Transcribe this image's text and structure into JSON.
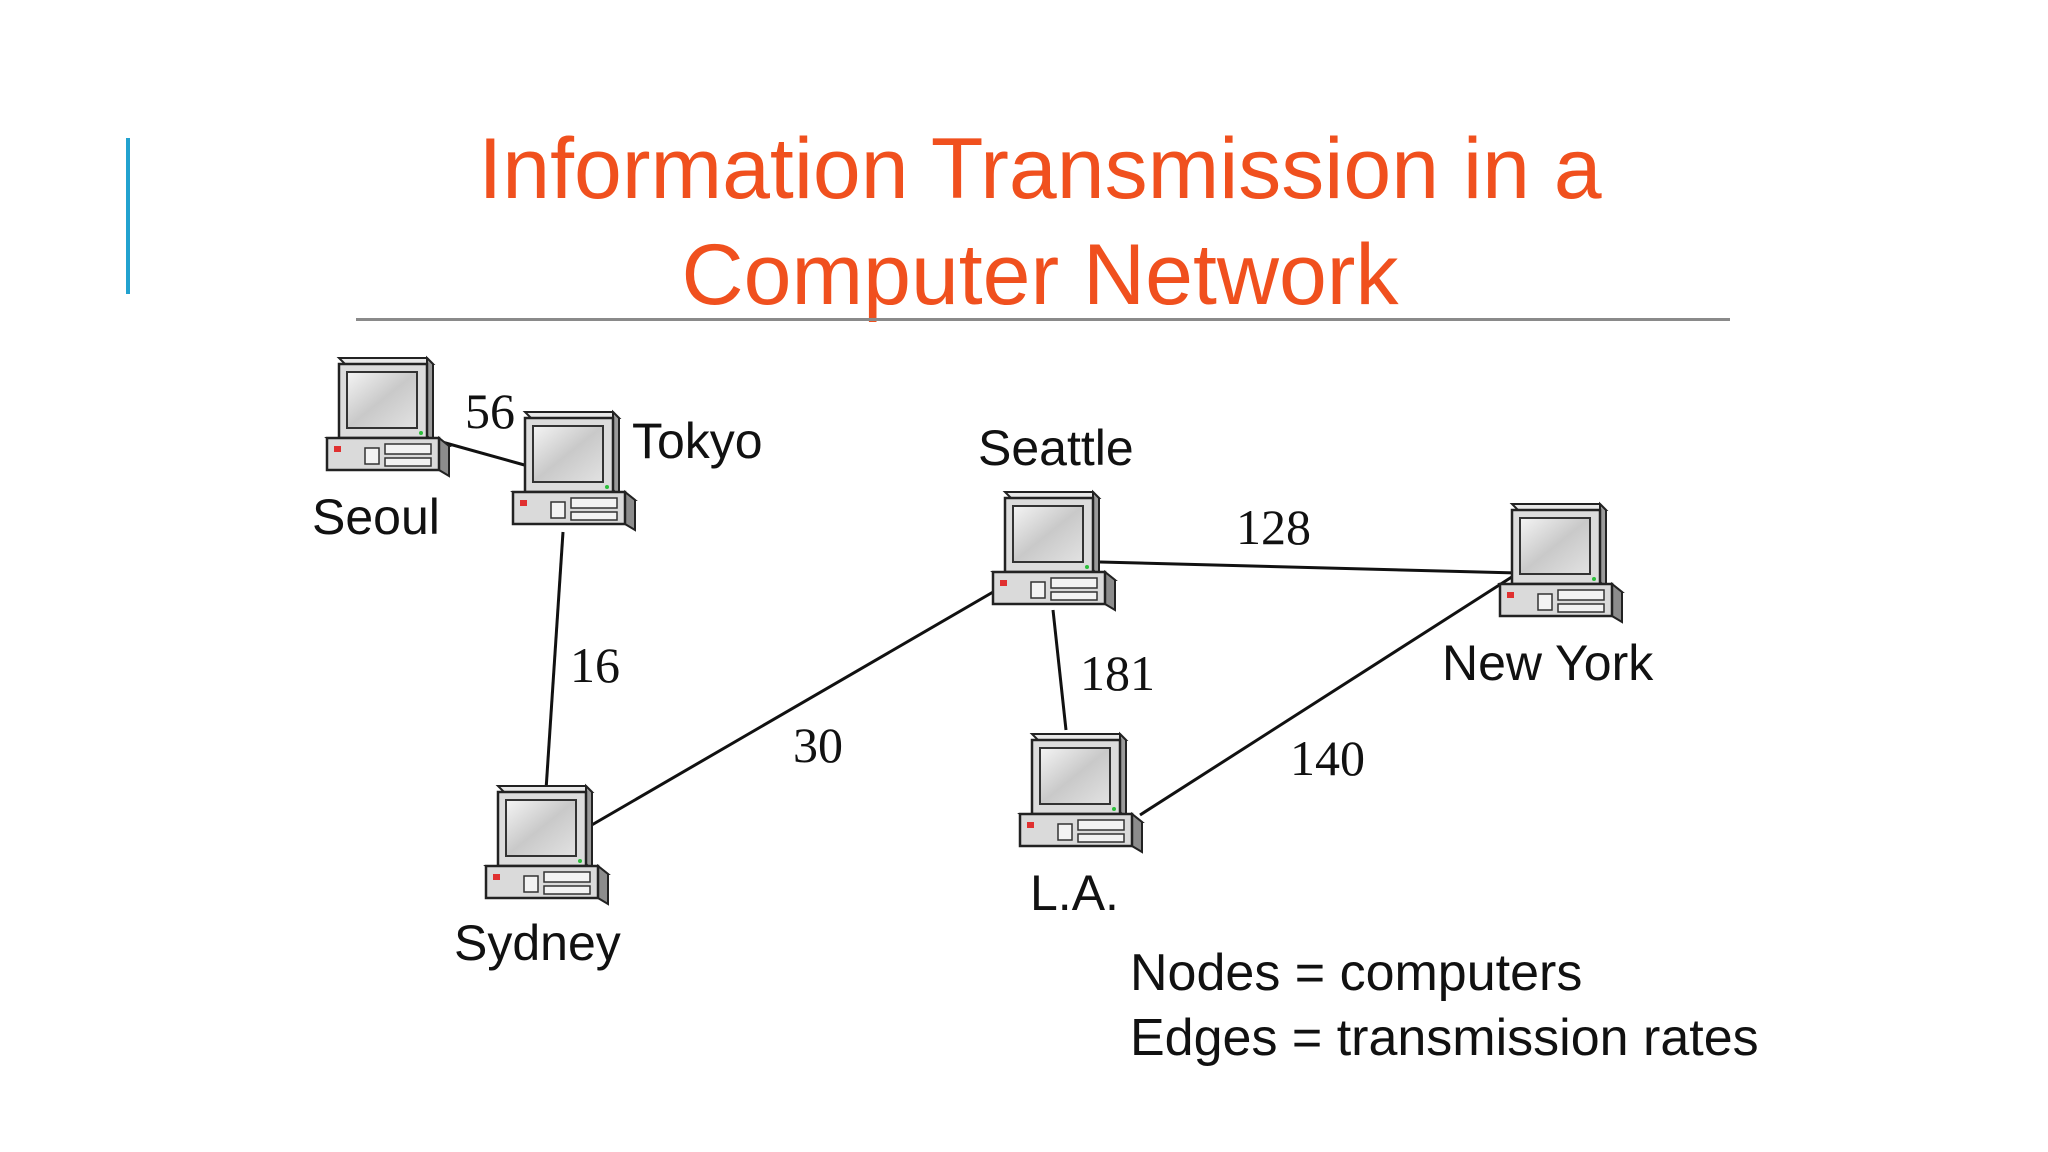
{
  "slide": {
    "title_line1": "Information Transmission in a",
    "title_line2": "Computer Network",
    "accent_color": "#22a2cf",
    "title_color": "#f0501e"
  },
  "diagram": {
    "nodes": [
      {
        "id": "seoul",
        "label": "Seoul",
        "icon": "desktop-computer-icon"
      },
      {
        "id": "tokyo",
        "label": "Tokyo",
        "icon": "desktop-computer-icon"
      },
      {
        "id": "seattle",
        "label": "Seattle",
        "icon": "desktop-computer-icon"
      },
      {
        "id": "newyork",
        "label": "New York",
        "icon": "desktop-computer-icon"
      },
      {
        "id": "sydney",
        "label": "Sydney",
        "icon": "desktop-computer-icon"
      },
      {
        "id": "la",
        "label": "L.A.",
        "icon": "desktop-computer-icon"
      }
    ],
    "edges": [
      {
        "from": "seoul",
        "to": "tokyo",
        "weight": "56"
      },
      {
        "from": "tokyo",
        "to": "sydney",
        "weight": "16"
      },
      {
        "from": "sydney",
        "to": "seattle",
        "weight": "30"
      },
      {
        "from": "seattle",
        "to": "newyork",
        "weight": "128"
      },
      {
        "from": "seattle",
        "to": "la",
        "weight": "181"
      },
      {
        "from": "la",
        "to": "newyork",
        "weight": "140"
      }
    ],
    "legend": {
      "line1": "Nodes = computers",
      "line2": "Edges = transmission rates"
    }
  }
}
